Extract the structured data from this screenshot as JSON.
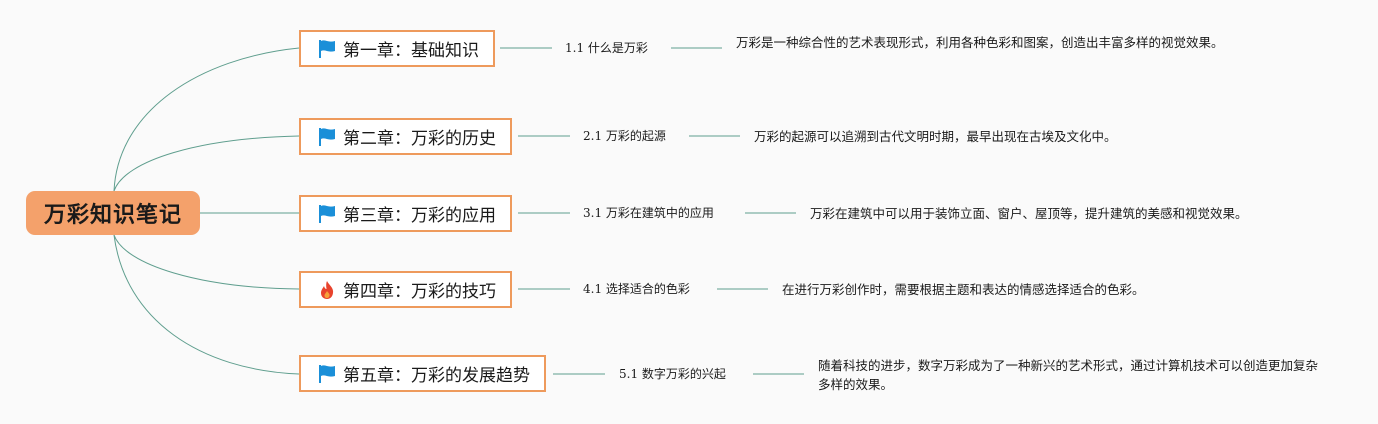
{
  "root": {
    "label": "万彩知识笔记"
  },
  "colors": {
    "root_fill": "#f4a16b",
    "chapter_border": "#ee9a5c",
    "link": "#5f9e8e",
    "flag_icon": "#1a8fd8",
    "fire_icon": "#e8432d"
  },
  "chapters": [
    {
      "icon": "flag-icon",
      "title": "第一章：基础知识",
      "section": "1.1 什么是万彩",
      "description": "万彩是一种综合性的艺术表现形式，利用各种色彩和图案，创造出丰富多样的视觉效果。"
    },
    {
      "icon": "flag-icon",
      "title": "第二章：万彩的历史",
      "section": "2.1 万彩的起源",
      "description": "万彩的起源可以追溯到古代文明时期，最早出现在古埃及文化中。"
    },
    {
      "icon": "flag-icon",
      "title": "第三章：万彩的应用",
      "section": "3.1 万彩在建筑中的应用",
      "description": "万彩在建筑中可以用于装饰立面、窗户、屋顶等，提升建筑的美感和视觉效果。"
    },
    {
      "icon": "fire-icon",
      "title": "第四章：万彩的技巧",
      "section": "4.1 选择适合的色彩",
      "description": "在进行万彩创作时，需要根据主题和表达的情感选择适合的色彩。"
    },
    {
      "icon": "flag-icon",
      "title": "第五章：万彩的发展趋势",
      "section": "5.1 数字万彩的兴起",
      "description": "随着科技的进步，数字万彩成为了一种新兴的艺术形式，通过计算机技术可以创造更加复杂多样的效果。"
    }
  ]
}
